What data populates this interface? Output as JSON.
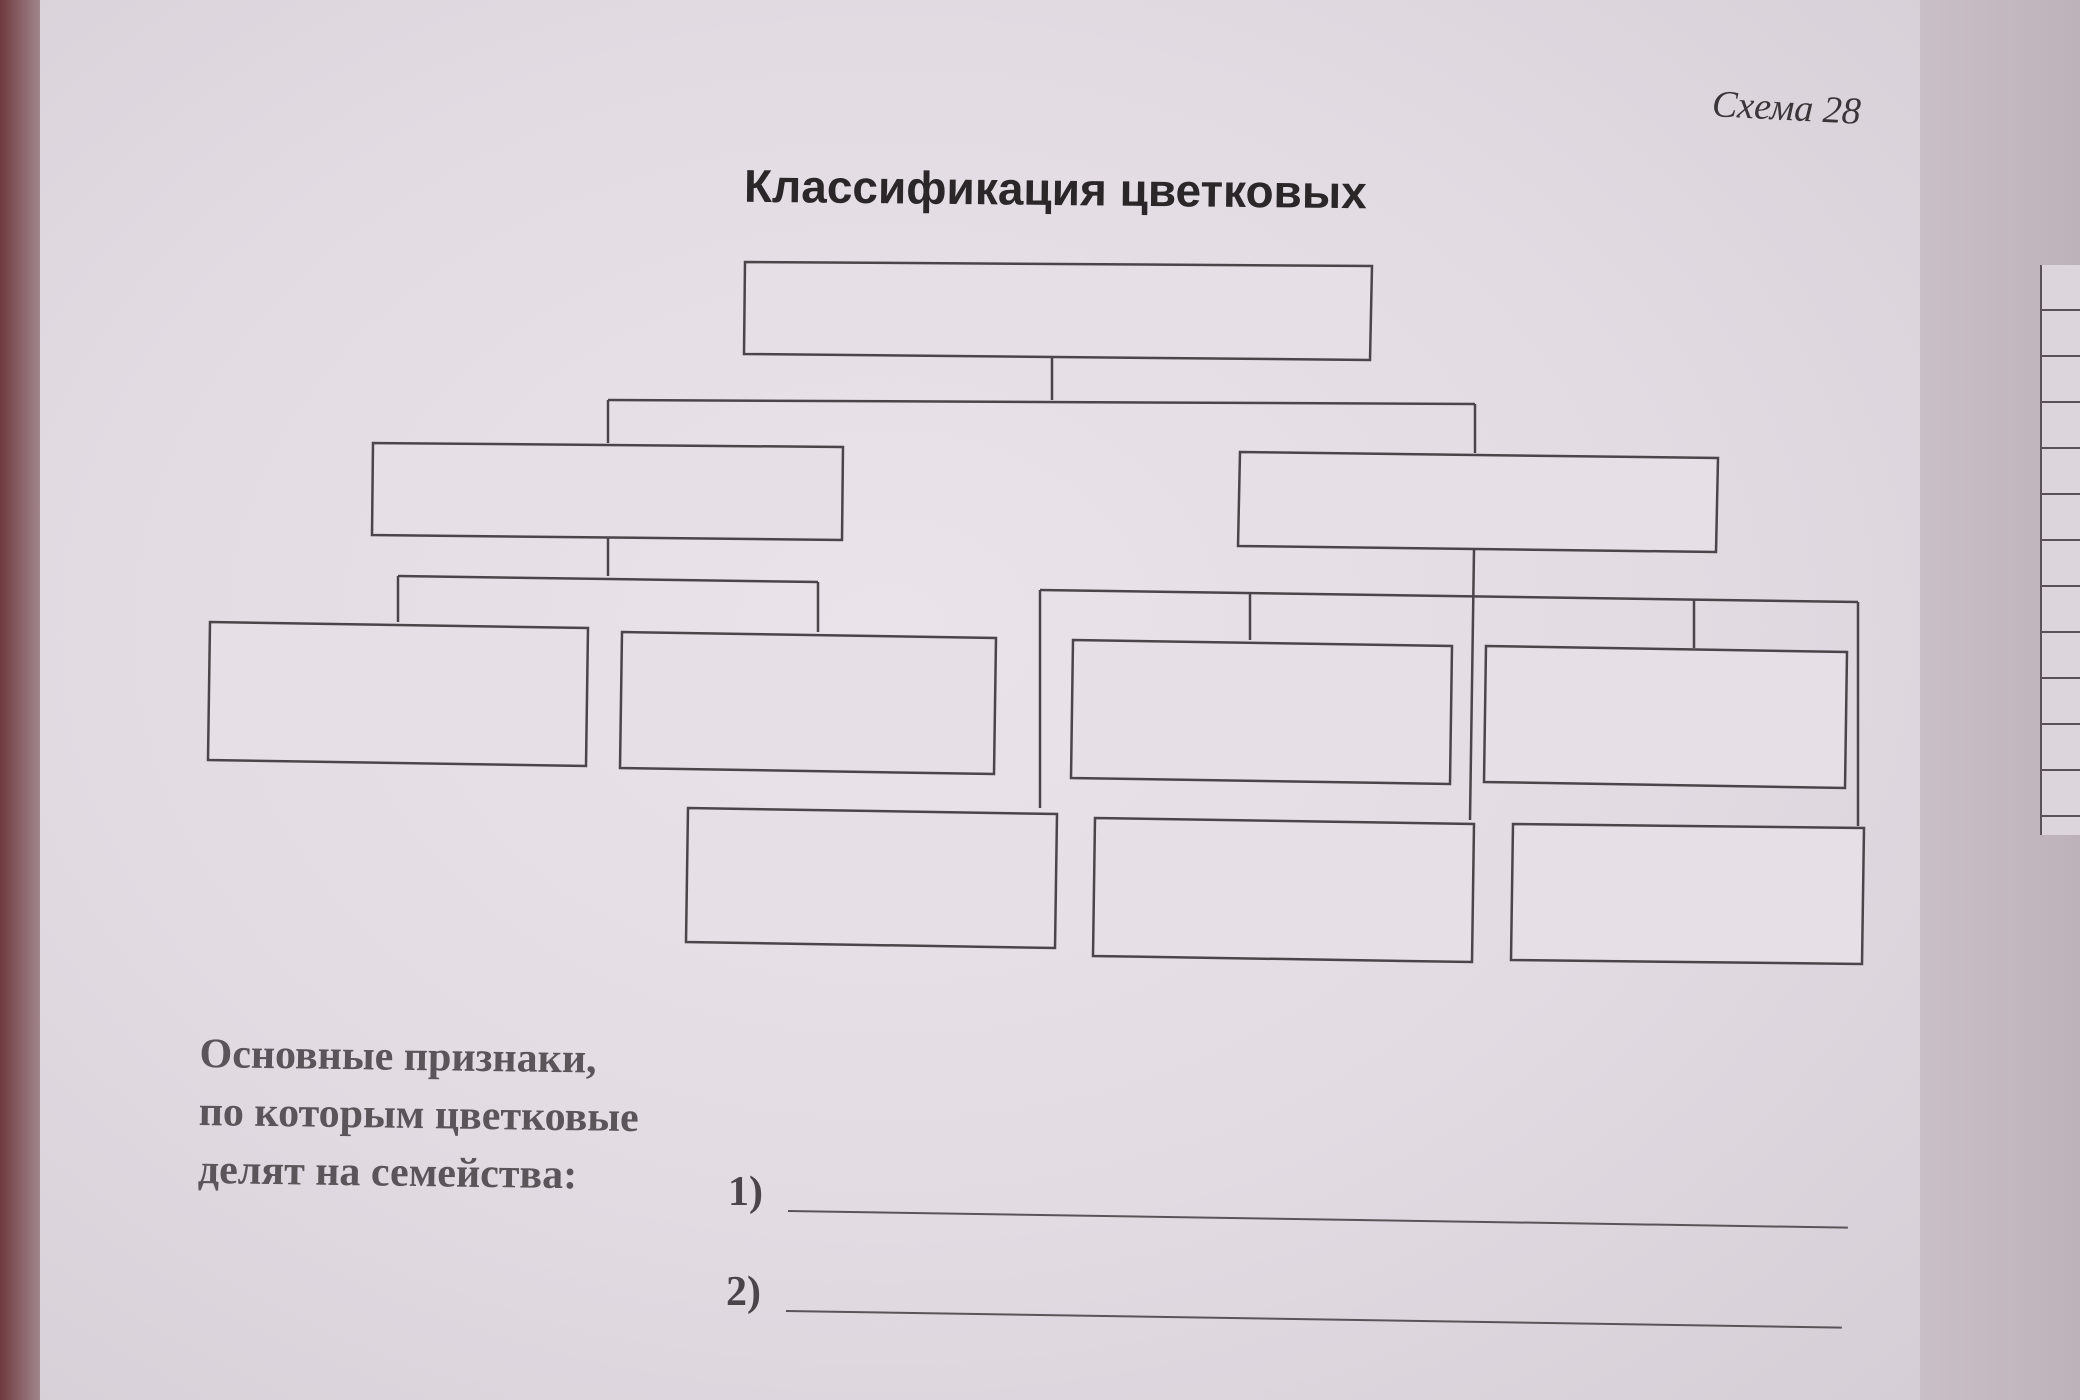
{
  "page": {
    "scheme_label": "Схема 28",
    "title": "Классификация цветковых"
  },
  "diagram": {
    "root": "",
    "level1": [
      "",
      ""
    ],
    "level2_left": [
      "",
      ""
    ],
    "level2_right": [
      "",
      "",
      "",
      "",
      ""
    ]
  },
  "features": {
    "prompt_lines": [
      "Основные признаки,",
      "по которым цветковые",
      "делят на семейства:"
    ],
    "answers": [
      {
        "number": "1)",
        "value": ""
      },
      {
        "number": "2)",
        "value": ""
      }
    ]
  }
}
